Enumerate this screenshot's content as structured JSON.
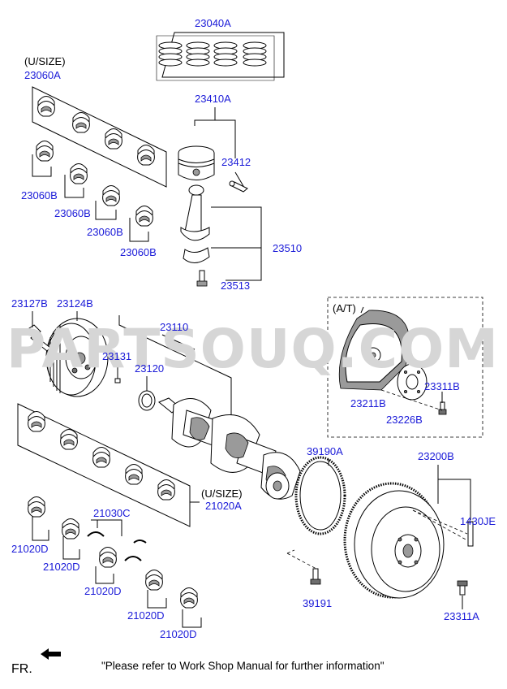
{
  "watermark": "PARTSOUQ.COM",
  "labels": {
    "usize_1": "(U/SIZE)",
    "usize_2": "(U/SIZE)",
    "at": "(A/T)"
  },
  "parts": {
    "p23040A": "23040A",
    "p23060A": "23060A",
    "p23410A": "23410A",
    "p23412": "23412",
    "p23060B_1": "23060B",
    "p23060B_2": "23060B",
    "p23060B_3": "23060B",
    "p23060B_4": "23060B",
    "p23510": "23510",
    "p23513": "23513",
    "p23127B": "23127B",
    "p23124B": "23124B",
    "p23110": "23110",
    "p23131": "23131",
    "p23120": "23120",
    "p23211B": "23211B",
    "p23311B": "23311B",
    "p23226B": "23226B",
    "p39190A": "39190A",
    "p23200B": "23200B",
    "p21020A": "21020A",
    "p21030C": "21030C",
    "p1430JE": "1430JE",
    "p21020D_1": "21020D",
    "p21020D_2": "21020D",
    "p21020D_3": "21020D",
    "p21020D_4": "21020D",
    "p21020D_5": "21020D",
    "p39191": "39191",
    "p23311A": "23311A"
  },
  "footer": {
    "fr_label": "FR.",
    "note": "\"Please refer to Work Shop Manual for further information\""
  }
}
